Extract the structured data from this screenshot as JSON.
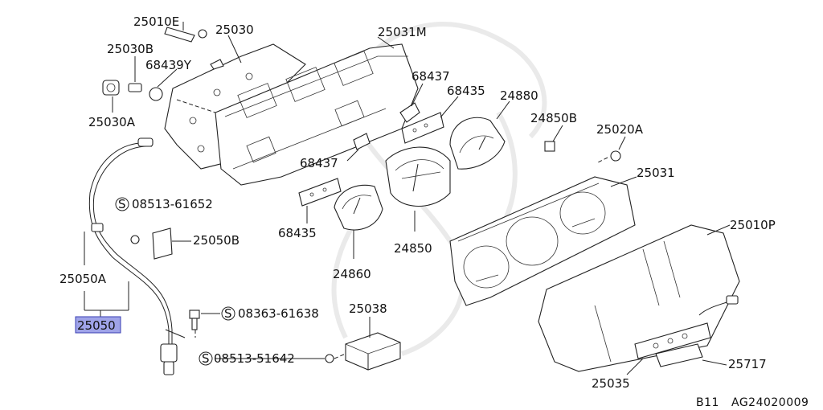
{
  "labels": {
    "p25010E": "25010E",
    "p25030": "25030",
    "p25031M": "25031M",
    "p25030B": "25030B",
    "p68439Y": "68439Y",
    "p68437a": "68437",
    "p68435a": "68435",
    "p24880": "24880",
    "p25030A": "25030A",
    "p24850B": "24850B",
    "p25020A": "25020A",
    "p68437b": "68437",
    "p25031": "25031",
    "p08513_61652": "08513-61652",
    "p68435b": "68435",
    "p24850": "24850",
    "p25010P": "25010P",
    "p25050B": "25050B",
    "p24860": "24860",
    "p25050A": "25050A",
    "p25050": "25050",
    "p08363_61638": "08363-61638",
    "p25038": "25038",
    "p08513_51642": "08513-51642",
    "p25717": "25717",
    "p25035": "25035",
    "s_symbol": "S"
  },
  "footer": {
    "model": "B11",
    "code": "AG24020009"
  },
  "highlight_part": "25050",
  "colors": {
    "highlight": "#9fa3e8",
    "lines": "#222222"
  }
}
